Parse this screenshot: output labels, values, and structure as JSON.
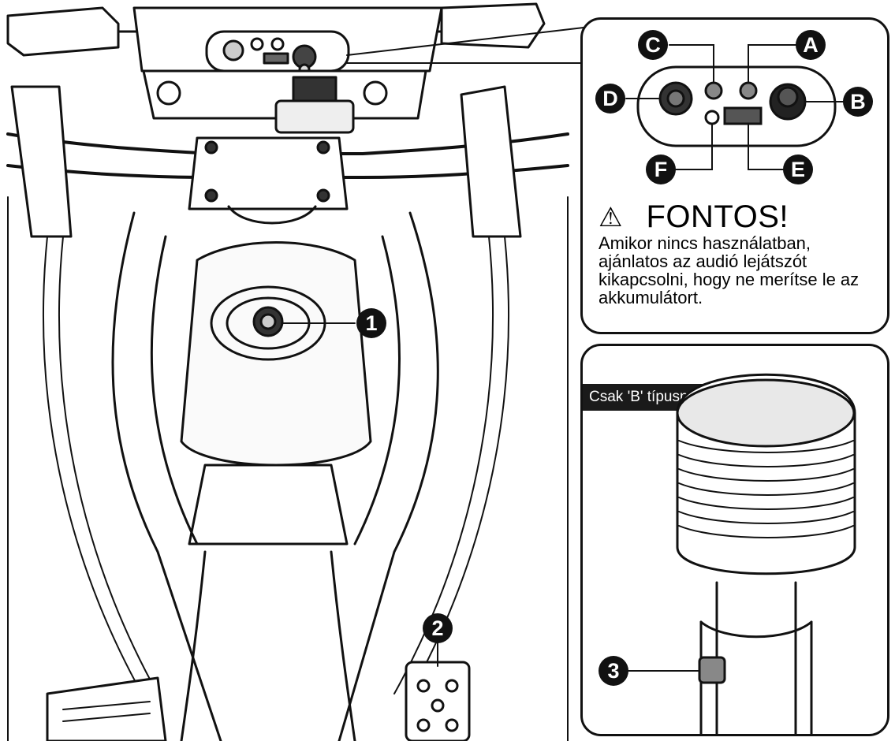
{
  "callouts": {
    "a": "A",
    "b": "B",
    "c": "C",
    "d": "D",
    "e": "E",
    "f": "F",
    "n1": "1",
    "n2": "2",
    "n3": "3"
  },
  "warning": {
    "icon": "warning-triangle-icon",
    "title": "FONTOS!",
    "text": "Amikor nincs használatban, ajánlatos az audió lejátszót kikapcsolni, hogy ne merítse le az akkumulátort."
  },
  "model_note": "Csak 'B' típusnál",
  "colors": {
    "ink": "#111111",
    "background": "#ffffff"
  }
}
